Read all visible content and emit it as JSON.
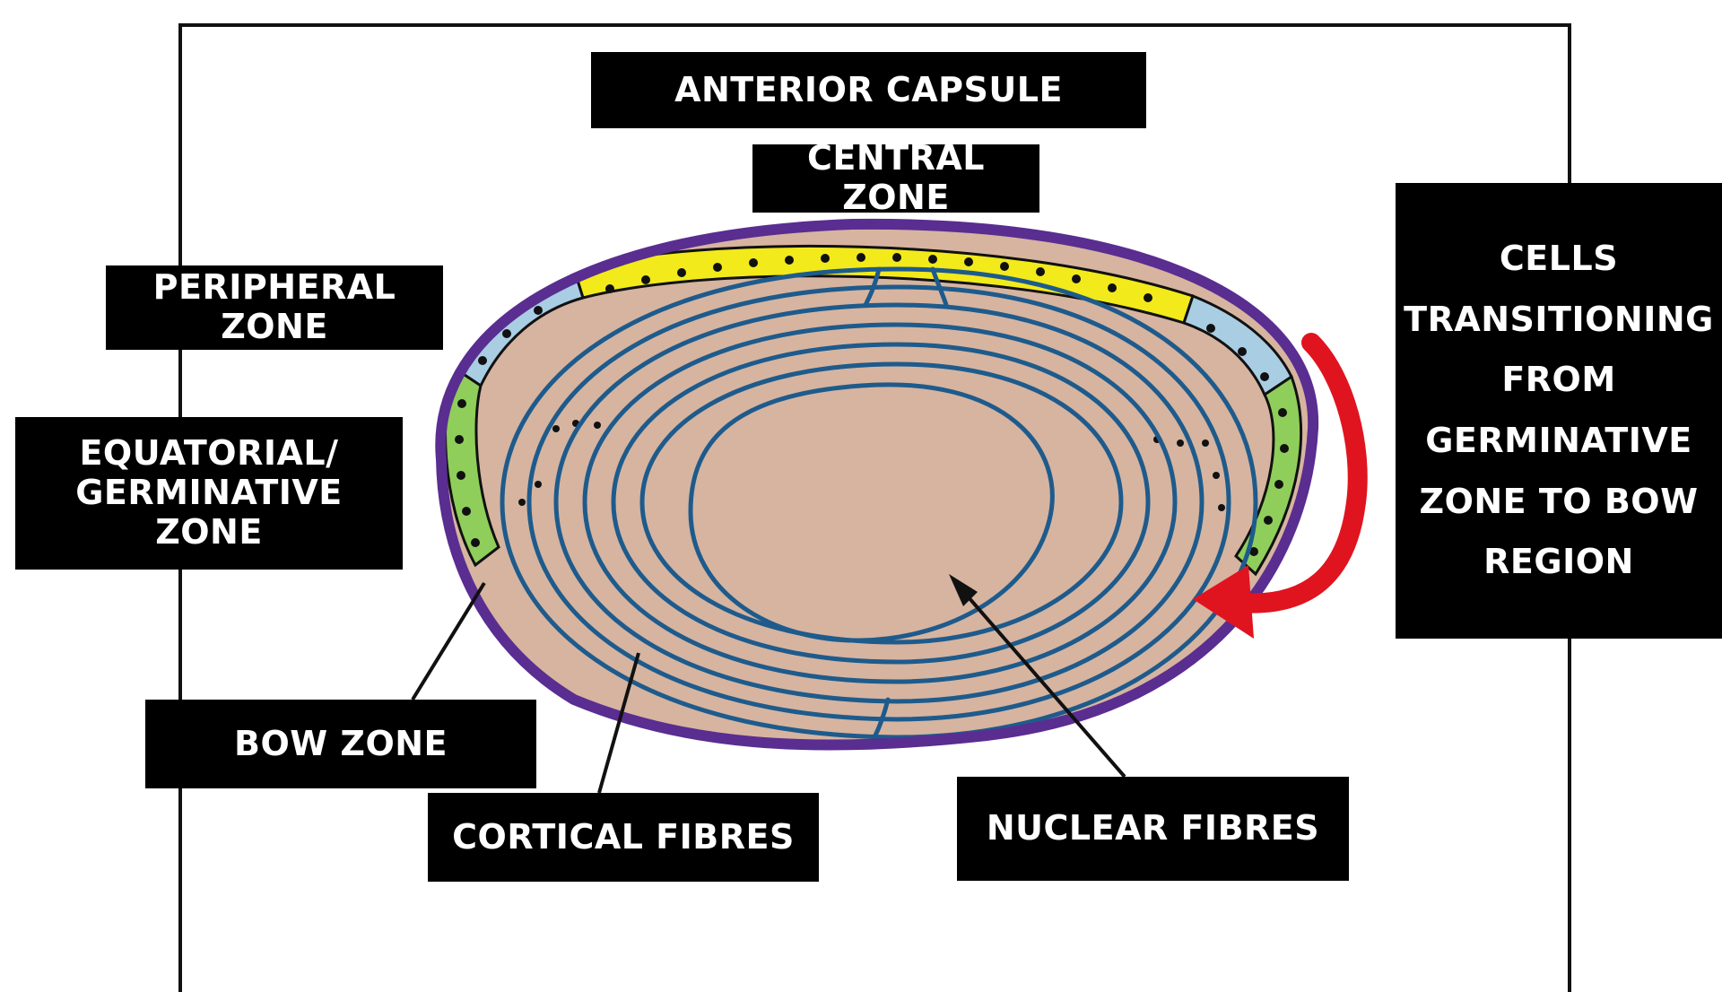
{
  "labels": {
    "anterior_capsule": "ANTERIOR CAPSULE",
    "central_zone": "CENTRAL ZONE",
    "peripheral_zone": "PERIPHERAL ZONE",
    "equatorial_zone": "EQUATORIAL/\nGERMINATIVE ZONE",
    "bow_zone": "BOW ZONE",
    "cortical_fibres": "CORTICAL FIBRES",
    "nuclear_fibres": "NUCLEAR FIBRES",
    "cells_transitioning": "CELLS\nTRANSITIONING\nFROM GERMINATIVE\nZONE TO BOW\nREGION"
  },
  "colors": {
    "capsule": "#5a2d91",
    "lens_body": "#d6b4a0",
    "fibres": "#1e5b8c",
    "central_zone_cells": "#f2ea1a",
    "peripheral_zone_cells": "#a9cde3",
    "germinative_zone_cells": "#8fce5a",
    "transition_arrow": "#e0141f",
    "label_background": "#000000",
    "label_text": "#ffffff"
  }
}
